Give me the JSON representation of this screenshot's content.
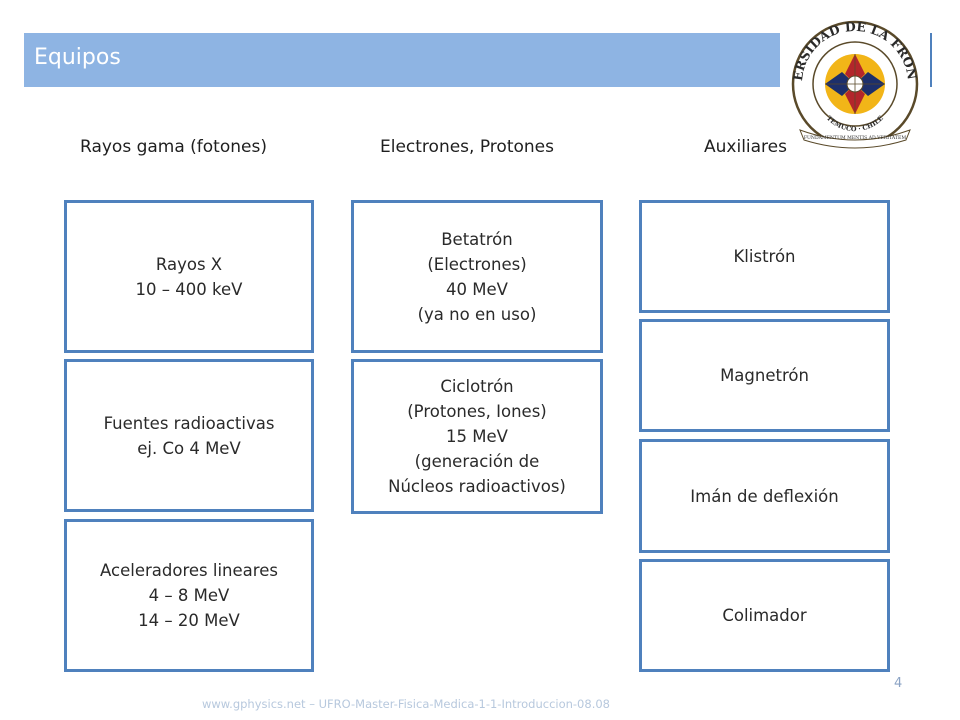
{
  "slide": {
    "title": "Equipos",
    "page_number": "4",
    "footer": "www.gphysics.net – UFRO-Master-Fisica-Medica-1-1-Introduccion-08.08"
  },
  "logo": {
    "university_name": "UNIVERSIDAD DE LA FRONTERA",
    "city": "TEMUCO · CHILE",
    "motto": "FUNDAMENTUM MENTIS AD VERITATEM",
    "colors": {
      "navy": "#1d2f6b",
      "red": "#b3262b",
      "yellow": "#f2b518",
      "ring": "#5a4a2a"
    }
  },
  "columns": [
    {
      "heading": "Rayos gama (fotones)",
      "boxes": [
        {
          "lines": [
            "Rayos X",
            "10 – 400 keV"
          ]
        },
        {
          "lines": [
            "Fuentes radioactivas",
            "ej. Co 4 MeV"
          ]
        },
        {
          "lines": [
            "Aceleradores lineares",
            "4 – 8 MeV",
            "14 – 20 MeV"
          ]
        }
      ]
    },
    {
      "heading": "Electrones, Protones",
      "boxes": [
        {
          "lines": [
            "Betatrón",
            "(Electrones)",
            "40 MeV",
            "(ya no en uso)"
          ]
        },
        {
          "lines": [
            "Ciclotrón",
            "(Protones, Iones)",
            "15 MeV",
            "(generación de",
            "Núcleos radioactivos)"
          ]
        }
      ]
    },
    {
      "heading": "Auxiliares",
      "boxes": [
        {
          "lines": [
            "Klistrón"
          ]
        },
        {
          "lines": [
            "Magnetrón"
          ]
        },
        {
          "lines": [
            "Imán de deflexión"
          ]
        },
        {
          "lines": [
            "Colimador"
          ]
        }
      ]
    }
  ],
  "colors": {
    "title_bar": "#8eb4e3",
    "box_border": "#4f81bd"
  }
}
